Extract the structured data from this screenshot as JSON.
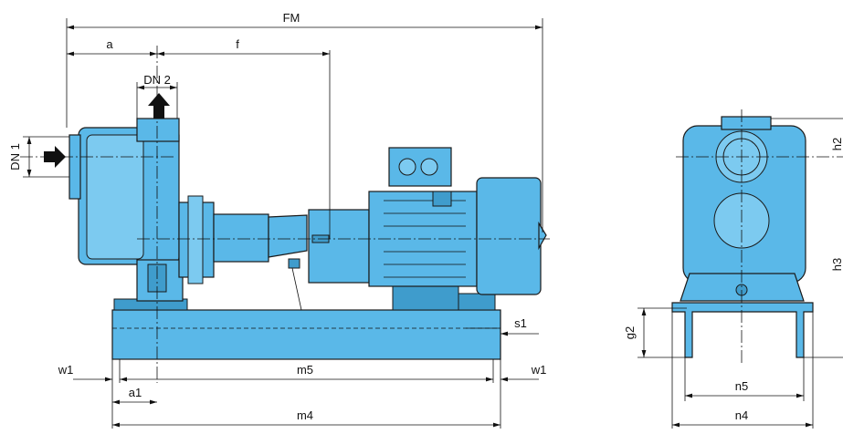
{
  "labels": {
    "FM": "FM",
    "a": "a",
    "f": "f",
    "DN2": "DN 2",
    "DN1": "DN 1",
    "s1": "s1",
    "w1_left": "w1",
    "w1_right": "w1",
    "m5": "m5",
    "a1": "a1",
    "m4": "m4",
    "g2": "g2",
    "n5": "n5",
    "n4": "n4",
    "h2": "h2",
    "h3": "h3"
  },
  "colors": {
    "pump_body": "#5ab8e8",
    "outline": "#1a1a1a"
  }
}
